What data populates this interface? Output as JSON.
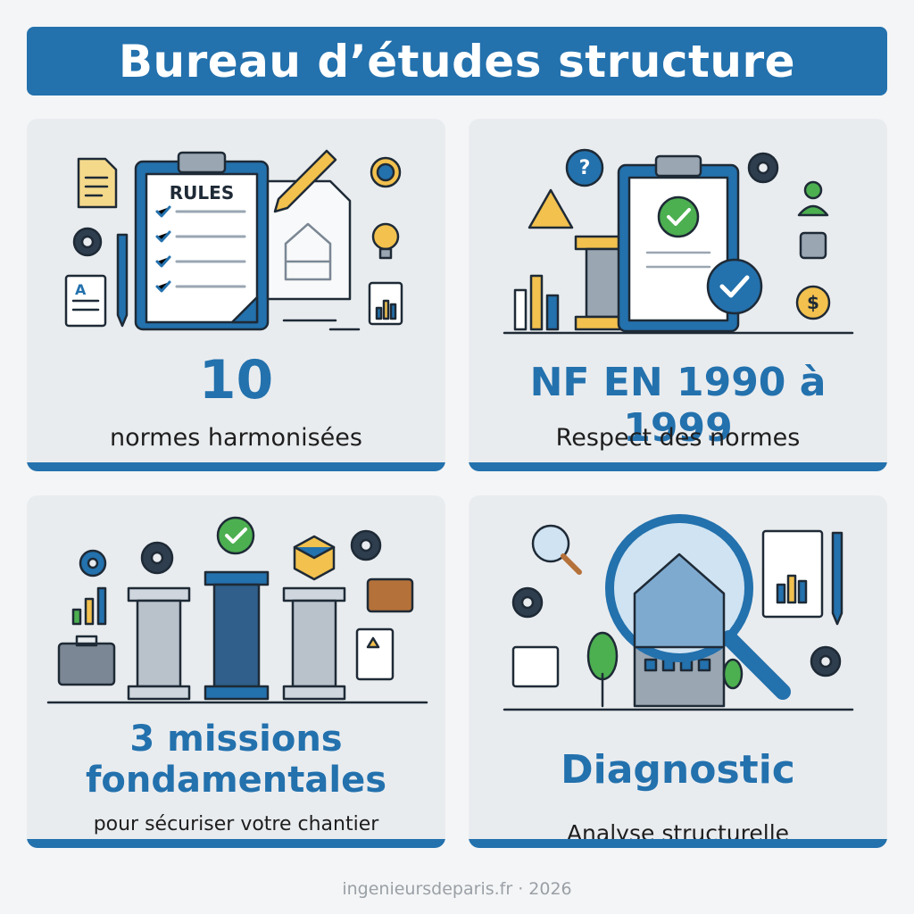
{
  "header": {
    "title": "Bureau d’études structure"
  },
  "cards": [
    {
      "value": "10",
      "label": "normes harmonisées",
      "sheet_title": "RULES"
    },
    {
      "value": "NF EN 1990 à 1999",
      "label": "Respect des normes"
    },
    {
      "value_line1": "3 missions",
      "value_line2": "fondamentales",
      "label": "pour sécuriser votre chantier"
    },
    {
      "value": "Diagnostic",
      "label": "Analyse structurelle"
    }
  ],
  "footer": {
    "text": "ingenieursdeparis.fr · 2026"
  },
  "colors": {
    "primary": "#2371ad",
    "accent_yellow": "#f2c14e",
    "accent_green": "#4caf50",
    "card_bg": "#e9ecef"
  },
  "icons": [
    "document-icon",
    "gear-icon",
    "pencil-icon",
    "clipboard-icon",
    "blueprint-icon",
    "badge-icon",
    "lightbulb-icon",
    "chart-icon",
    "warning-icon",
    "question-icon",
    "column-icon",
    "checkmark-icon",
    "user-icon",
    "dollar-icon",
    "briefcase-icon",
    "cube-icon",
    "magnifier-icon",
    "house-icon",
    "building-icon",
    "tree-icon"
  ]
}
